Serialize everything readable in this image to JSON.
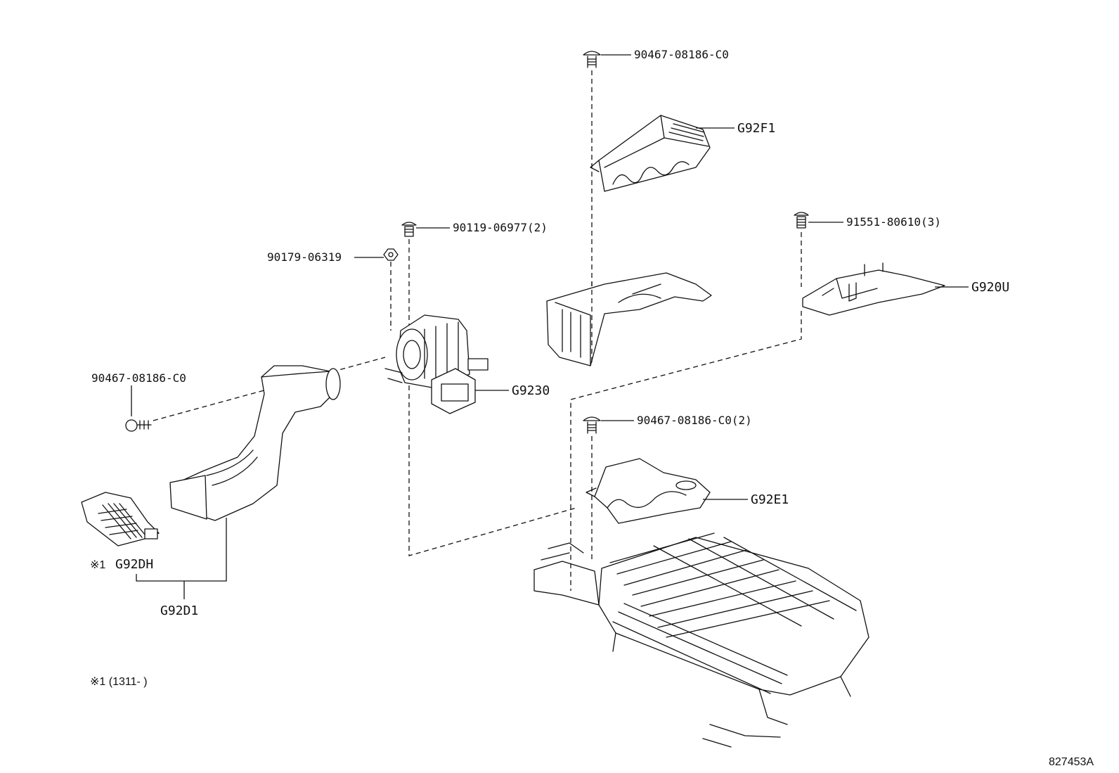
{
  "parts": {
    "clip_top": "90467-08186-C0",
    "cover_f1": "G92F1",
    "screw_2": "90119-06977(2)",
    "nut": "90179-06319",
    "bolt_3": "91551-80610(3)",
    "bracket_u": "G920U",
    "clip_left": "90467-08186-C0",
    "blower": "G9230",
    "clip_mid": "90467-08186-C0(2)",
    "duct_e1": "G92E1",
    "inlet_dh": "G92DH",
    "duct_d1": "G92D1"
  },
  "notes": {
    "marker": "※1",
    "footnote": "※1 (1311-      )"
  },
  "figure_id": "827453A"
}
